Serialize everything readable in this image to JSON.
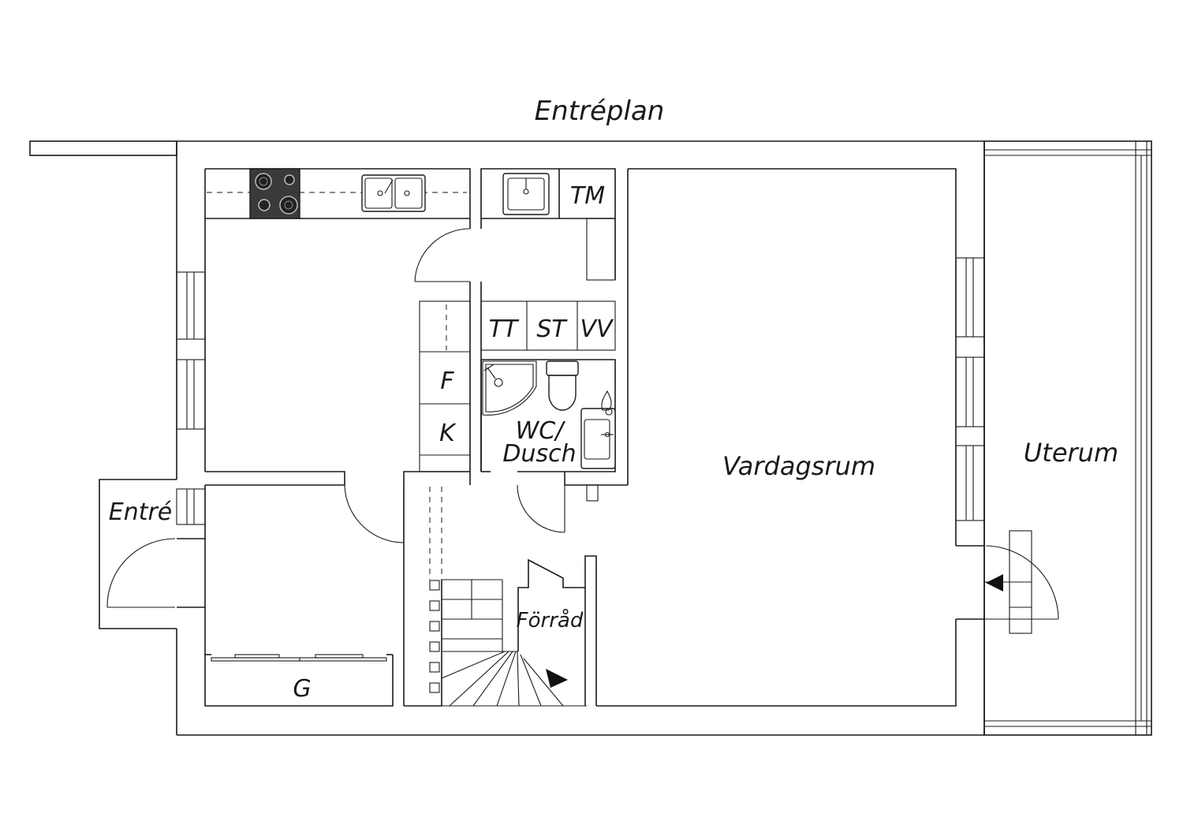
{
  "title": "Entréplan",
  "rooms": {
    "tm": "TM",
    "tt": "TT",
    "st": "ST",
    "vv": "VV",
    "f": "F",
    "k": "K",
    "wc_line1": "WC/",
    "wc_line2": "Dusch",
    "vardagsrum": "Vardagsrum",
    "uterum": "Uterum",
    "entre": "Entré",
    "forrad": "Förråd",
    "g": "G"
  },
  "icons": {
    "stove": "stove-icon",
    "sink": "sink-icon",
    "toilet": "toilet-icon",
    "shower": "shower-icon",
    "door_arrow": "arrow-icon"
  },
  "colors": {
    "line": "#1a1a1a",
    "stove": "#3a3a3a",
    "background": "#ffffff"
  }
}
